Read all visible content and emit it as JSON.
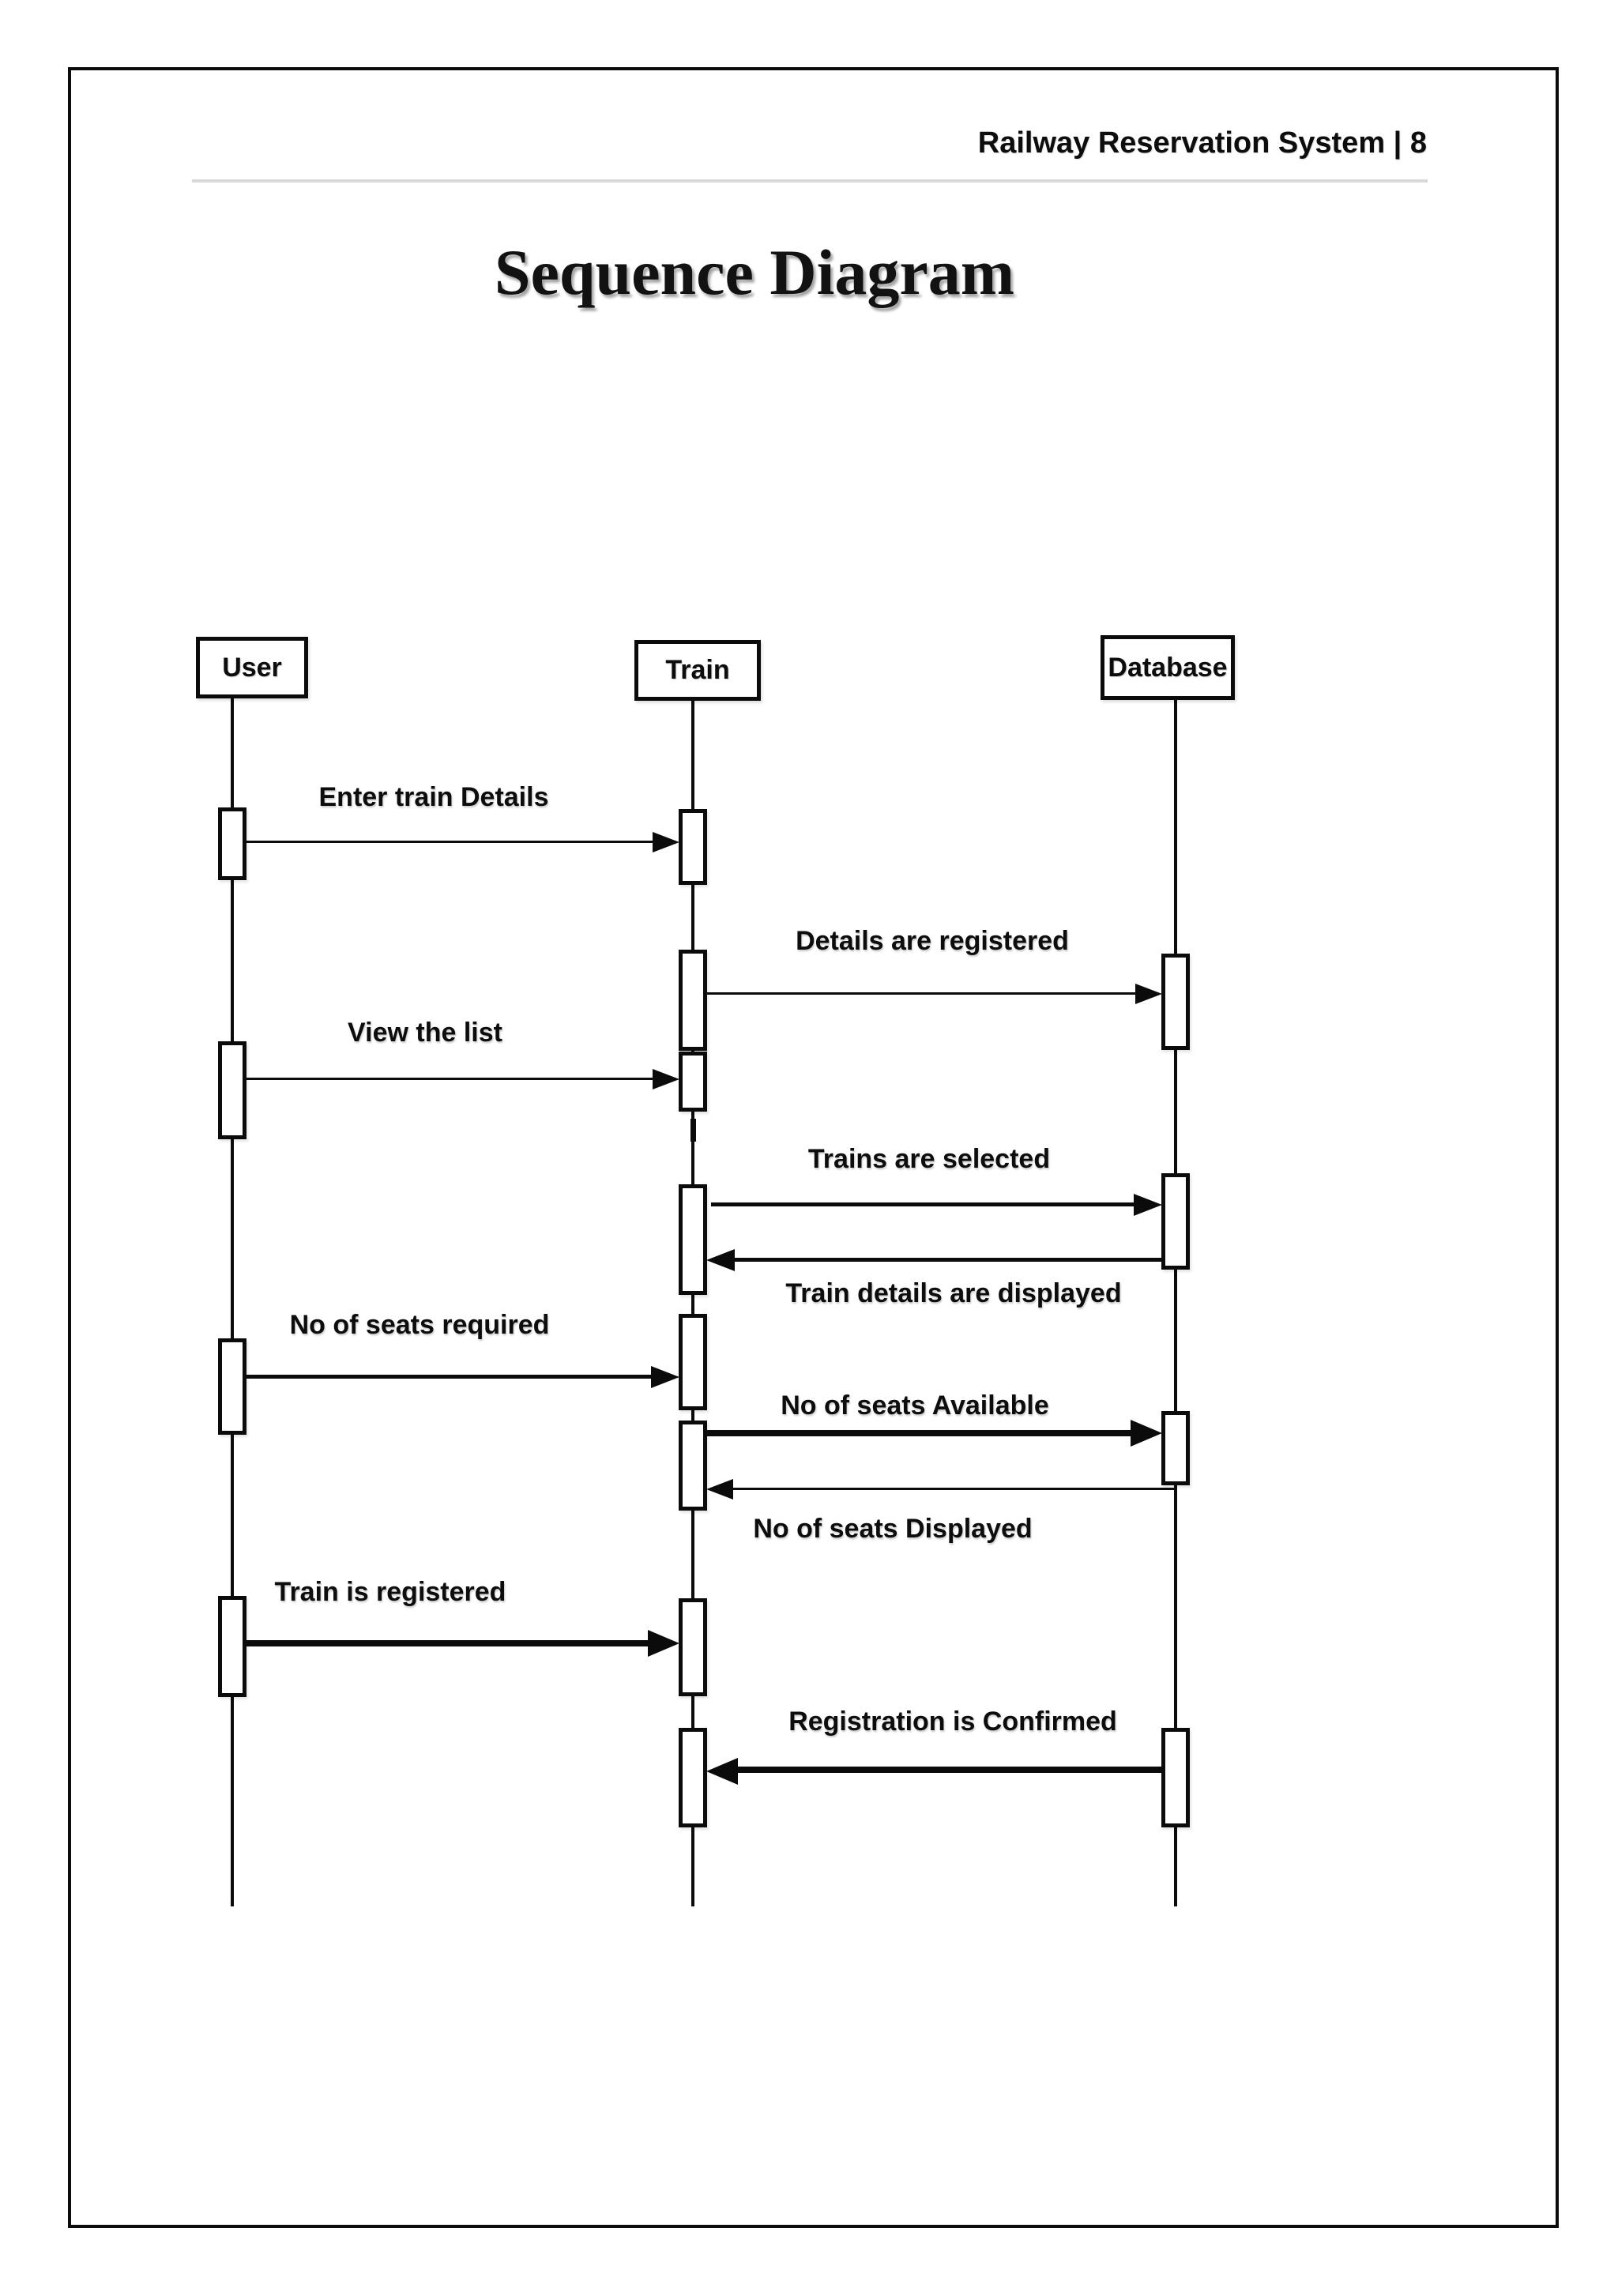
{
  "page": {
    "header": "Railway Reservation System | 8",
    "title": "Sequence Diagram"
  },
  "colors": {
    "ink": "#0b0b0b",
    "paper": "#ffffff",
    "header_rule": "#d9d9d9"
  },
  "diagram": {
    "type": "uml-sequence",
    "actors": [
      {
        "name": "User"
      },
      {
        "name": "Train"
      },
      {
        "name": "Database"
      }
    ],
    "messages": [
      {
        "label": "Enter train Details",
        "from": "User",
        "to": "Train",
        "direction": "right",
        "weight": "thin",
        "label_position": "above"
      },
      {
        "label": "Details are registered",
        "from": "Train",
        "to": "Database",
        "direction": "right",
        "weight": "thin",
        "label_position": "above"
      },
      {
        "label": "View the list",
        "from": "User",
        "to": "Train",
        "direction": "right",
        "weight": "thin",
        "label_position": "above"
      },
      {
        "label": "Trains are selected",
        "from": "Train",
        "to": "Database",
        "direction": "right",
        "weight": "medium",
        "label_position": "above"
      },
      {
        "label": "Train details are displayed",
        "from": "Database",
        "to": "Train",
        "direction": "left",
        "weight": "medium",
        "label_position": "below"
      },
      {
        "label": "No of seats required",
        "from": "User",
        "to": "Train",
        "direction": "right",
        "weight": "medium",
        "label_position": "above"
      },
      {
        "label": "No of seats Available",
        "from": "Train",
        "to": "Database",
        "direction": "right",
        "weight": "thick",
        "label_position": "above"
      },
      {
        "label": "No of seats Displayed",
        "from": "Database",
        "to": "Train",
        "direction": "left",
        "weight": "thin",
        "label_position": "below"
      },
      {
        "label": "Train is registered",
        "from": "User",
        "to": "Train",
        "direction": "right",
        "weight": "thick",
        "label_position": "above"
      },
      {
        "label": "Registration is Confirmed",
        "from": "Database",
        "to": "Train",
        "direction": "left",
        "weight": "thick",
        "label_position": "above"
      }
    ]
  }
}
